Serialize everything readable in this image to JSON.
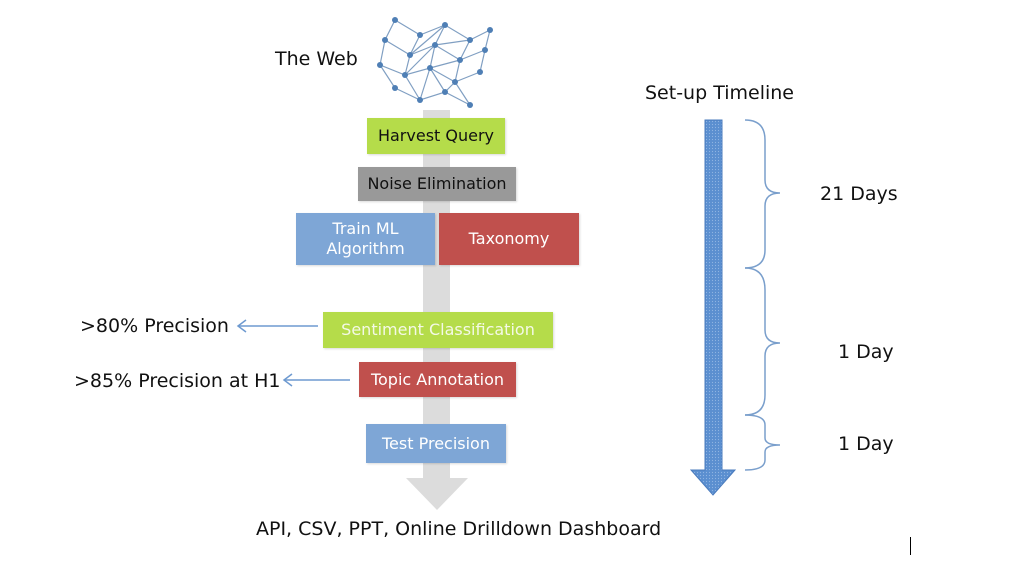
{
  "web_label": "The Web",
  "timeline_title": "Set-up Timeline",
  "stages": {
    "harvest": "Harvest Query",
    "noise": "Noise Elimination",
    "train": "Train ML Algorithm",
    "taxonomy": "Taxonomy",
    "sentiment": "Sentiment Classification",
    "topic": "Topic Annotation",
    "test": "Test Precision"
  },
  "annotations": {
    "sentiment_precision": ">80% Precision",
    "topic_precision": ">85% Precision at H1"
  },
  "durations": {
    "first": "21 Days",
    "second": "1 Day",
    "third": "1 Day"
  },
  "output_label": "API, CSV, PPT, Online Drilldown Dashboard",
  "colors": {
    "green": "#b5dc4a",
    "gray": "#999999",
    "blue": "#7ea6d6",
    "red": "#c0504d",
    "pipeline_arrow": "#dcdcdc",
    "timeline_arrow": "#5b8fd0"
  }
}
